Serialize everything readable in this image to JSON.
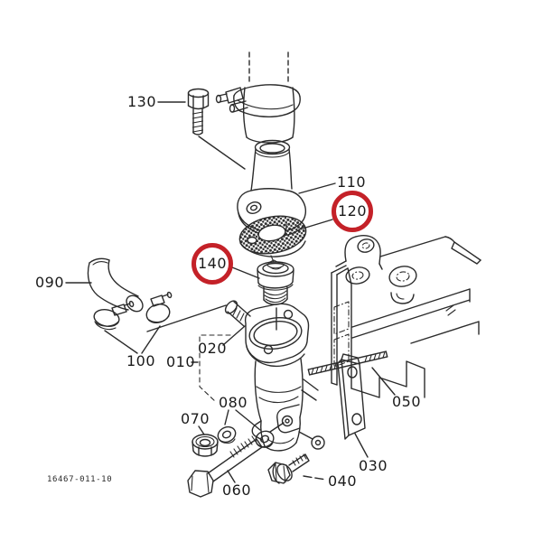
{
  "figure": {
    "footer_code": "16467-011-10"
  },
  "callouts": {
    "c010": "010",
    "c020": "020",
    "c030": "030",
    "c040": "040",
    "c050": "050",
    "c060": "060",
    "c070": "070",
    "c080": "080",
    "c090": "090",
    "c100": "100",
    "c110": "110",
    "c120": "120",
    "c130": "130",
    "c140": "140"
  },
  "highlighted_callouts": [
    "120",
    "140"
  ],
  "colors": {
    "line": "#2b2b2b",
    "highlight_ring": "#c42128",
    "background": "#ffffff",
    "text": "#1a1a1a"
  }
}
